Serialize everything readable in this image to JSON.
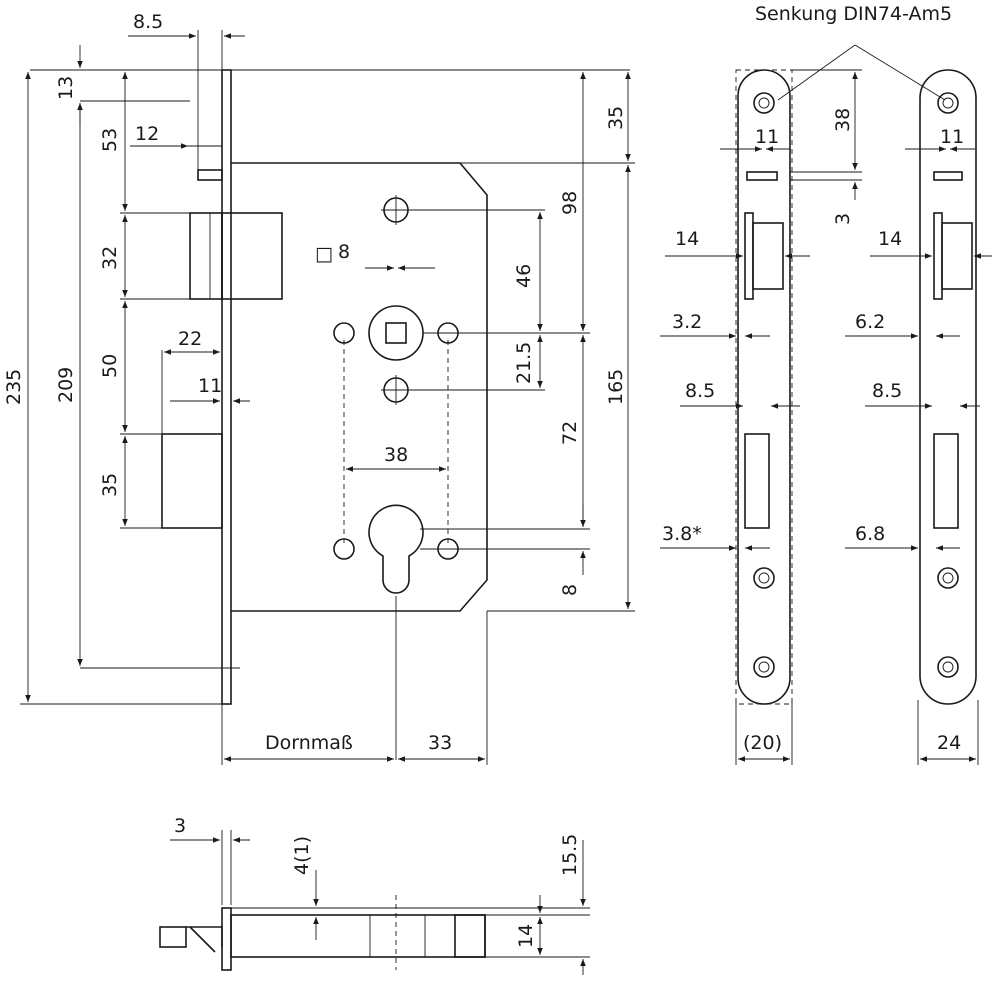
{
  "title": "Senkung DIN74-Am5",
  "main_view": {
    "top": [
      "8.5",
      "13",
      "53",
      "12",
      "32",
      "50",
      "22",
      "11",
      "35"
    ],
    "overall": [
      "235",
      "209"
    ],
    "right": [
      "35",
      "98",
      "46",
      "21.5",
      "72",
      "165",
      "8"
    ],
    "square": "8",
    "square_symbol": "□",
    "hole_spacing": "38",
    "bottom": [
      "Dornmaß",
      "33"
    ]
  },
  "front_left": {
    "dims": [
      "38",
      "3",
      "11",
      "14",
      "3.2",
      "8.5",
      "3.8*"
    ],
    "width": "(20)"
  },
  "front_right": {
    "dims": [
      "11",
      "14",
      "6.2",
      "8.5",
      "6.8"
    ],
    "width": "24"
  },
  "side_view": {
    "dims": [
      "3",
      "4(1)",
      "15.5",
      "14"
    ]
  }
}
